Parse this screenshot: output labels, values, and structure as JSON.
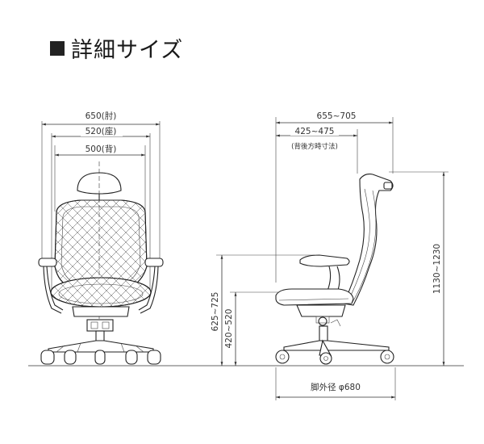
{
  "title": "詳細サイズ",
  "front_dims": {
    "arm_width": "650(肘)",
    "seat_width": "520(座)",
    "back_width": "500(背)"
  },
  "side_dims": {
    "depth": "655~705",
    "back_adjust": "425~475",
    "back_adjust_note": "(背後方時寸法)",
    "total_height": "1130~1230",
    "arm_height": "625~725",
    "seat_height": "420~520",
    "base_diameter": "脚外径 φ680"
  }
}
